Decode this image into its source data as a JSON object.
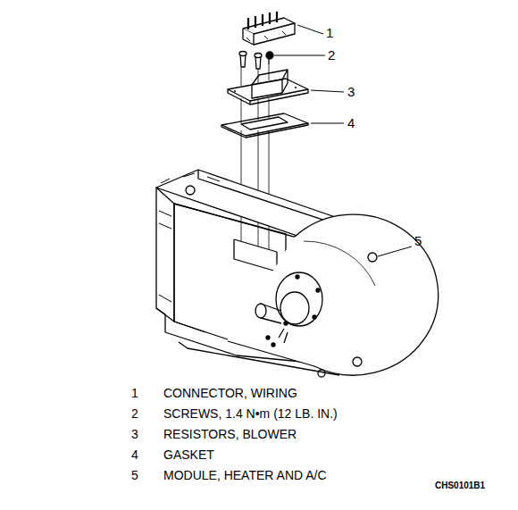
{
  "diagram": {
    "labels": [
      "1",
      "2",
      "3",
      "4",
      "5",
      "1",
      "CONNECTOR, WIRING",
      "2",
      "SCREWS, 1.4 N•m (12 LB. IN.)",
      "3",
      "RESISTORS, BLOWER",
      "4",
      "GASKET",
      "5",
      "MODULE, HEATER AND A/C",
      "CHS0101B1"
    ]
  }
}
